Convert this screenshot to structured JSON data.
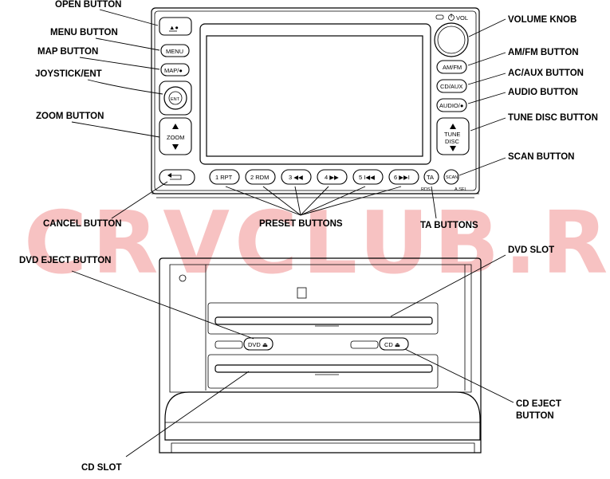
{
  "watermark": "CRVCLUB.RU",
  "callouts": {
    "open_button": "OPEN BUTTON",
    "menu_button": "MENU BUTTON",
    "map_button": "MAP BUTTON",
    "joystick_ent": "JOYSTICK/ENT",
    "zoom_button": "ZOOM BUTTON",
    "volume_knob": "VOLUME KNOB",
    "am_fm_button": "AM/FM BUTTON",
    "ac_aux_button": "AC/AUX BUTTON",
    "audio_button": "AUDIO BUTTON",
    "tune_disc_button": "TUNE DISC BUTTON",
    "scan_button": "SCAN BUTTON",
    "cancel_button": "CANCEL BUTTON",
    "preset_buttons": "PRESET BUTTONS",
    "ta_buttons": "TA BUTTONS",
    "dvd_eject_button": "DVD EJECT BUTTON",
    "dvd_slot": "DVD SLOT",
    "cd_eject_button_line1": "CD EJECT",
    "cd_eject_button_line2": "BUTTON",
    "cd_slot": "CD SLOT"
  },
  "panel": {
    "menu": "MENU",
    "map": "MAP/●",
    "ent": "ENT",
    "zoom": "ZOOM",
    "vol": "VOL",
    "am_fm": "AM/FM",
    "cd_aux": "CD/AUX",
    "audio": "AUDIO/●",
    "tune": "TUNE",
    "disc": "DISC",
    "ta": "TA",
    "rds": "RDS",
    "scan": "SCAN",
    "asel": "A.SEL",
    "presets": [
      "1 RPT",
      "2 RDM",
      "3 ◀◀",
      "4 ▶▶",
      "5 I◀◀",
      "6 ▶▶I"
    ],
    "dvd_eject": "DVD ⏏",
    "cd_eject": "CD ⏏"
  }
}
